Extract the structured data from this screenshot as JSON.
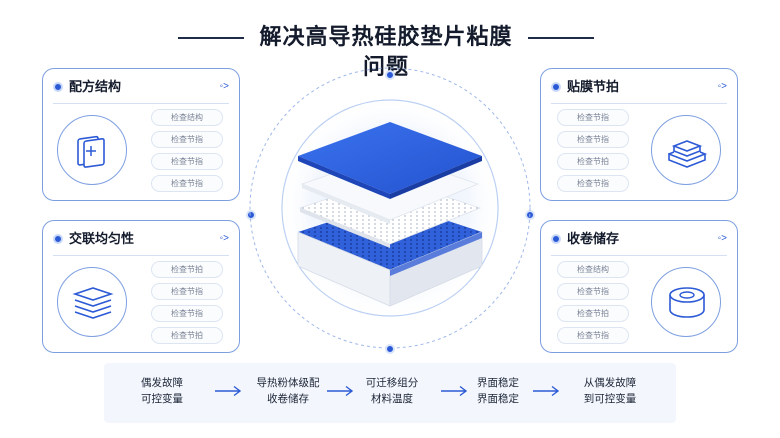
{
  "title": "解决高导热硅胶垫片粘膜问题",
  "panels": {
    "top_left": {
      "title": "配方结构",
      "pills": [
        "检查结构",
        "检查节指",
        "检查节指",
        "检查节指"
      ],
      "icon": "stacked-sheets-icon"
    },
    "bottom_left": {
      "title": "交联均匀性",
      "pills": [
        "检查节拍",
        "检查节指",
        "检查节指",
        "检查节拍"
      ],
      "icon": "layered-stack-icon"
    },
    "top_right": {
      "title": "贴膜节拍",
      "pills": [
        "检查节指",
        "检查节指",
        "检查节拍",
        "检查节指"
      ],
      "icon": "stacked-pad-icon"
    },
    "bottom_right": {
      "title": "收卷储存",
      "pills": [
        "检查结构",
        "检查节指",
        "检查节拍",
        "检查节指"
      ],
      "icon": "roll-icon"
    }
  },
  "more_glyph": "◦>",
  "flow": [
    {
      "line1": "偶发故障",
      "line2": "可控变量"
    },
    {
      "line1": "导热粉体级配",
      "line2": "收卷储存"
    },
    {
      "line1": "可迁移组分",
      "line2": "材料温度"
    },
    {
      "line1": "界面稳定",
      "line2": "界面稳定"
    },
    {
      "line1": "从偶发故障",
      "line2": "到可控变量"
    }
  ],
  "colors": {
    "accent": "#2c5ad6",
    "accent_light": "#7d9fe0",
    "text": "#141b2c",
    "muted": "#7a8496"
  }
}
